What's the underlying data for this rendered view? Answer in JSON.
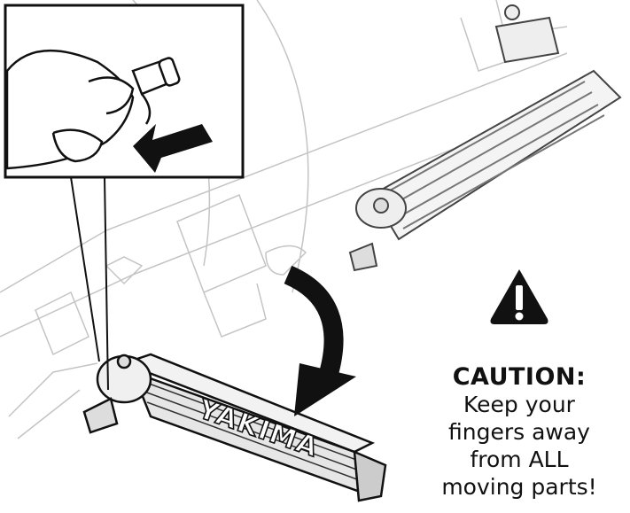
{
  "diagram": {
    "brand_text": "YAKIMA",
    "caution": {
      "icon": "warning-triangle-icon",
      "title": "CAUTION:",
      "lines": [
        "Keep your",
        "fingers away",
        "from ALL",
        "moving parts!"
      ]
    },
    "colors": {
      "ink": "#111111",
      "light_line": "#b8b8b8",
      "arm_fill": "#e6e6e6",
      "background": "#ffffff"
    }
  }
}
